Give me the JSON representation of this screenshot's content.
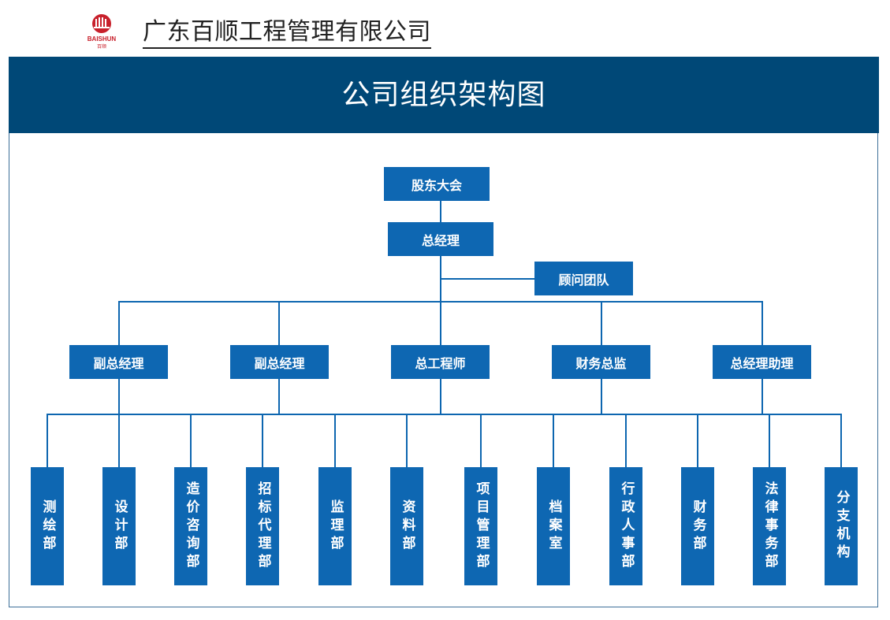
{
  "header": {
    "company_name": "广东百顺工程管理有限公司",
    "logo_text": "BAISHUN",
    "logo_sub": "百顺"
  },
  "title": "公司组织架构图",
  "colors": {
    "title_bar": "#004877",
    "box": "#0e67b2",
    "line": "#0d66b0",
    "logo_red": "#c8202b"
  },
  "org": {
    "top": "股东大会",
    "gm": "总经理",
    "advisor": "顾问团队",
    "level2": [
      "副总经理",
      "副总经理",
      "总工程师",
      "财务总监",
      "总经理助理"
    ],
    "departments": [
      "测绘部",
      "设计部",
      "造价咨询部",
      "招标代理部",
      "监理部",
      "资料部",
      "项目管理部",
      "档案室",
      "行政人事部",
      "财务部",
      "法律事务部",
      "分支机构"
    ]
  }
}
